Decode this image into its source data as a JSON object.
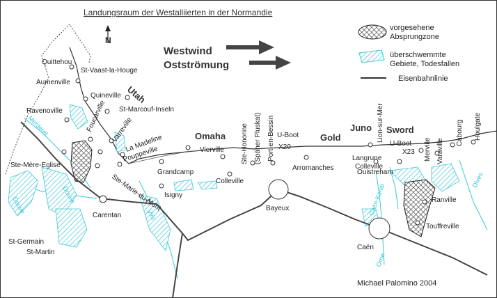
{
  "title": "Landungsraum der Westalliierten in der Normandie",
  "north_label": "N",
  "wind": {
    "westwind": "Westwind",
    "ost": "Ostströmung"
  },
  "legend": {
    "drop_zone": [
      "vorgesehene",
      "Absprungzone"
    ],
    "flooded": [
      "überschwemmte",
      "Gebiete, Todesfallen"
    ],
    "railway": "Eisenbahnlinie"
  },
  "beaches": {
    "utah": "Utah",
    "omaha": "Omaha",
    "gold": "Gold",
    "juno": "Juno",
    "sword": "Sword"
  },
  "places": {
    "quittehou": "Quittehou",
    "st_vaast": "St-Vaast-la-Houge",
    "aumenville": "Aumenville",
    "quineville": "Quineville",
    "st_marcouf": "St-Marcouf-Inseln",
    "ravenoville": "Ravenoville",
    "foucarville": "Foucarville",
    "varreville": "Varreville",
    "la_madeline": "La Madeline",
    "pouppeville": "Pouppeville",
    "ste_mere_eglise": "Ste-Mère-Eglise",
    "grandcamp": "Grandcamp",
    "isigny": "Isigny",
    "ste_marie": "Ste-Marie-du-Mont",
    "carentan": "Carentan",
    "st_germain": "St-Germain",
    "st_martin": "St-Martin",
    "vierville": "Vierville",
    "colleville_omaha": "Colleville",
    "ste_honorine": "Ste-Honorine",
    "spaeher": "(Späher Pluskat)",
    "port_en_bessin": "Port-en-Bessin",
    "uboot_x20_a": "U-Boot",
    "uboot_x20_b": "X20",
    "arromanches": "Arromanches",
    "bayeux": "Bayeux",
    "lion_sur_mer": "Lion-sur-Mer",
    "langrune": "Langrune",
    "colleville_sword": "Colleville",
    "ouistreham": "Ouistreham",
    "uboot_x23_a": "U-Boot",
    "uboot_x23_b": "X23",
    "merville": "Merville",
    "varaville": "Varaville",
    "cabourg": "Cabourg",
    "houlgate": "Houlgate",
    "ranville": "Ranville",
    "touffreville": "Touffreville",
    "caen": "Caën"
  },
  "rivers": {
    "merderet": "Merderet",
    "douve_1": "Douve",
    "douve_2": "Douve",
    "vire": "Vire",
    "caen_kanal": "Caën-Kanal",
    "orne": "Orne",
    "dives": "Dives"
  },
  "author": "Michael Palomino 2004",
  "colors": {
    "coast": "#333333",
    "rail": "#444444",
    "water": "#3cc8d8",
    "border": "#333333"
  }
}
